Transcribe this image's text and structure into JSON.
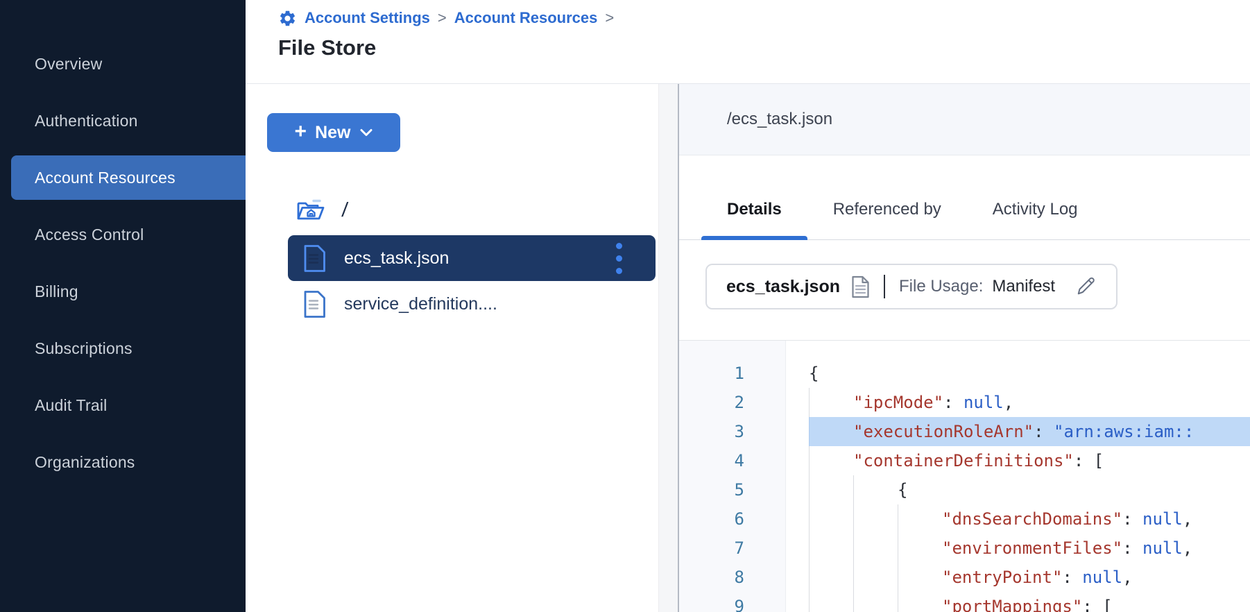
{
  "sidebar": {
    "items": [
      {
        "label": "Overview",
        "active": false
      },
      {
        "label": "Authentication",
        "active": false
      },
      {
        "label": "Account Resources",
        "active": true
      },
      {
        "label": "Access Control",
        "active": false
      },
      {
        "label": "Billing",
        "active": false
      },
      {
        "label": "Subscriptions",
        "active": false
      },
      {
        "label": "Audit Trail",
        "active": false
      },
      {
        "label": "Organizations",
        "active": false
      }
    ]
  },
  "header": {
    "breadcrumb": [
      "Account Settings",
      "Account Resources"
    ],
    "breadcrumb_separator": ">",
    "title": "File Store"
  },
  "file_panel": {
    "new_button_label": "New",
    "new_button_plus": "+",
    "root_label": "/",
    "files": [
      {
        "name": "ecs_task.json",
        "selected": true,
        "has_menu": true
      },
      {
        "name": "service_definition....",
        "selected": false,
        "has_menu": false
      }
    ]
  },
  "details_panel": {
    "path": "/ecs_task.json",
    "tabs": [
      {
        "label": "Details",
        "active": true
      },
      {
        "label": "Referenced by",
        "active": false
      },
      {
        "label": "Activity Log",
        "active": false
      }
    ],
    "file_info": {
      "name": "ecs_task.json",
      "usage_label": "File Usage:",
      "usage_value": "Manifest"
    }
  },
  "code": {
    "lines": [
      {
        "num": "1",
        "indent": 0,
        "highlight": false,
        "tokens": [
          {
            "t": "punct",
            "v": "{"
          }
        ]
      },
      {
        "num": "2",
        "indent": 1,
        "highlight": false,
        "tokens": [
          {
            "t": "key",
            "v": "\"ipcMode\""
          },
          {
            "t": "punct",
            "v": ": "
          },
          {
            "t": "val",
            "v": "null"
          },
          {
            "t": "punct",
            "v": ","
          }
        ]
      },
      {
        "num": "3",
        "indent": 1,
        "highlight": true,
        "tokens": [
          {
            "t": "key",
            "v": "\"executionRoleArn\""
          },
          {
            "t": "punct",
            "v": ": "
          },
          {
            "t": "val",
            "v": "\"arn:aws:iam::"
          }
        ]
      },
      {
        "num": "4",
        "indent": 1,
        "highlight": false,
        "tokens": [
          {
            "t": "key",
            "v": "\"containerDefinitions\""
          },
          {
            "t": "punct",
            "v": ": ["
          }
        ]
      },
      {
        "num": "5",
        "indent": 2,
        "highlight": false,
        "tokens": [
          {
            "t": "punct",
            "v": "{"
          }
        ]
      },
      {
        "num": "6",
        "indent": 3,
        "highlight": false,
        "tokens": [
          {
            "t": "key",
            "v": "\"dnsSearchDomains\""
          },
          {
            "t": "punct",
            "v": ": "
          },
          {
            "t": "val",
            "v": "null"
          },
          {
            "t": "punct",
            "v": ","
          }
        ]
      },
      {
        "num": "7",
        "indent": 3,
        "highlight": false,
        "tokens": [
          {
            "t": "key",
            "v": "\"environmentFiles\""
          },
          {
            "t": "punct",
            "v": ": "
          },
          {
            "t": "val",
            "v": "null"
          },
          {
            "t": "punct",
            "v": ","
          }
        ]
      },
      {
        "num": "8",
        "indent": 3,
        "highlight": false,
        "tokens": [
          {
            "t": "key",
            "v": "\"entryPoint\""
          },
          {
            "t": "punct",
            "v": ": "
          },
          {
            "t": "val",
            "v": "null"
          },
          {
            "t": "punct",
            "v": ","
          }
        ]
      },
      {
        "num": "9",
        "indent": 3,
        "highlight": false,
        "tokens": [
          {
            "t": "key",
            "v": "\"portMappings\""
          },
          {
            "t": "punct",
            "v": ": ["
          }
        ]
      }
    ]
  },
  "colors": {
    "accent_blue": "#3a76d2",
    "breadcrumb_blue": "#2d6bd0",
    "sidebar_bg": "#0f1b2d",
    "sidebar_selected": "#3a6db8",
    "selected_row_bg": "#1d3865",
    "kebab_blue": "#3f82ee",
    "line_highlight": "#bfd9f7",
    "code_key_red": "#a5372e",
    "code_value_blue": "#2a5ec6",
    "line_number_teal": "#3e7aa3"
  }
}
